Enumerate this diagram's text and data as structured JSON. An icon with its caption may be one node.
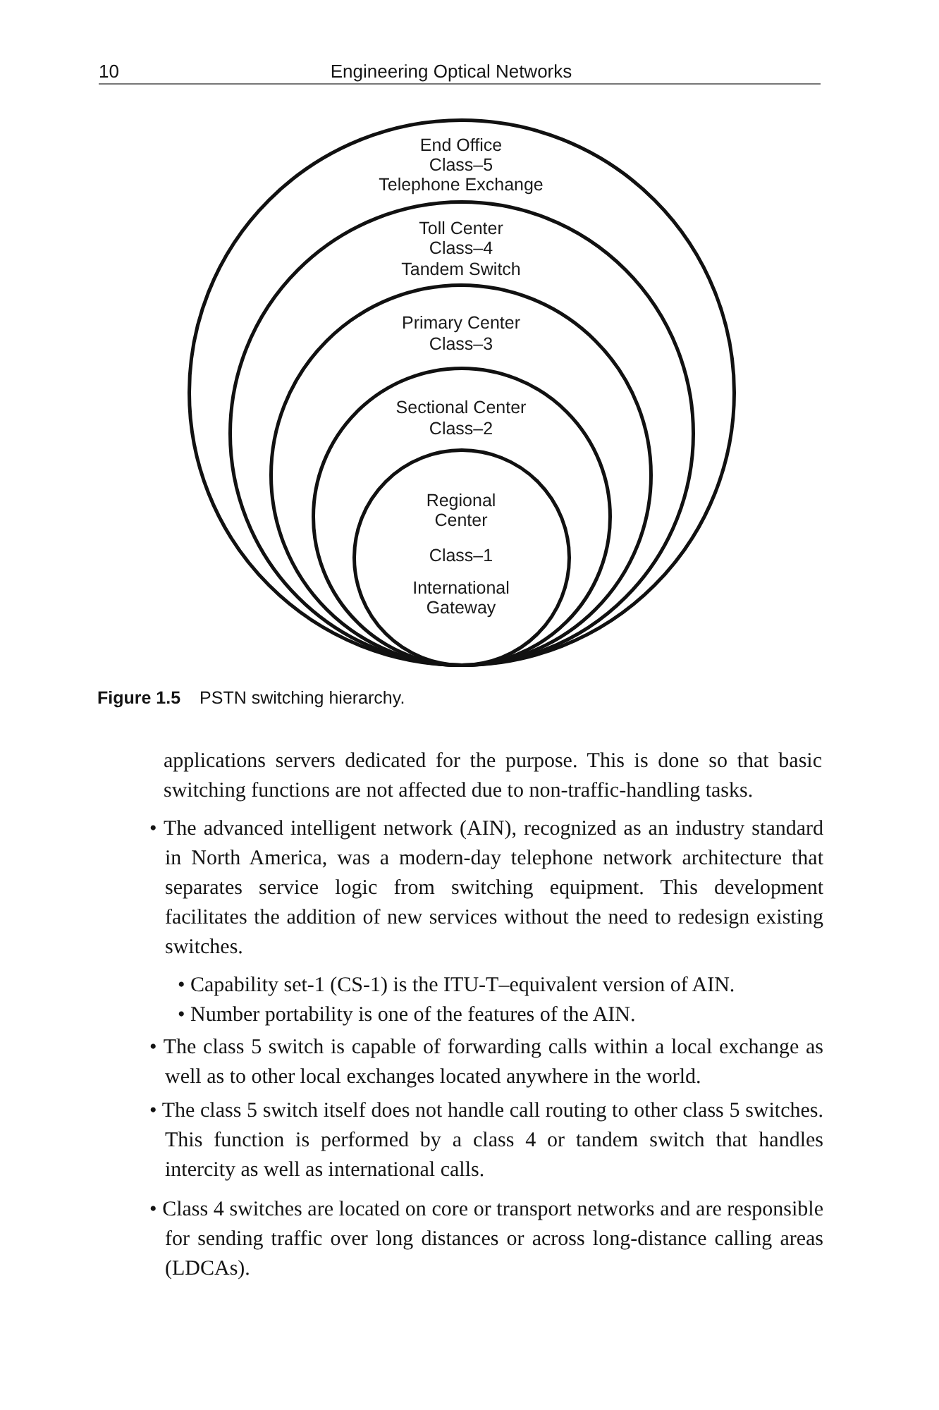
{
  "diagram": {
    "caption": "**Figure 1.5** PSTN switching hierarchy.",
    "nodes": [
      {
        "text": [
          "End Office",
          "Class–5",
          "Telephone Exchange"
        ]
      },
      {
        "text": [
          "Toll Center",
          "Class–4",
          "Tandem Switch"
        ],
        "in": 0
      },
      {
        "text": [
          "Primary Center",
          "Class–3"
        ],
        "in": 1
      },
      {
        "text": [
          "Sectional Center",
          "Class–2"
        ],
        "in": 2
      },
      {
        "text": [
          "Regional Center",
          "Class–1",
          "International Gateway"
        ],
        "in": 3
      }
    ],
    "labels": [
      "10",
      "Engineering Optical Networks",
      "applications servers dedicated for the purpose. This is done so that basic switching functions are not affected due to non-traffic-handling tasks.",
      "• The advanced intelligent network (AIN), recognized as an industry standard in North America, was a modern-day telephone network architecture that separates service logic from switching equipment. This development facilitates the addition of new services without the need to redesign existing switches.",
      "• Capability set-1 (CS-1) is the ITU-T–equivalent version of AIN.",
      "• Number portability is one of the features of the AIN.",
      "• The class 5 switch is capable of forwarding calls within a local exchange as well as to other local exchanges located anywhere in the world.",
      "• The class 5 switch itself does not handle call routing to other class 5 switches. This function is performed by a class 4 or tandem switch that handles intercity as well as international calls.",
      "• Class 4 switches are located on core or transport networks and are responsible for sending traffic over long distances or across long-distance calling areas (LDCAs)."
    ]
  }
}
